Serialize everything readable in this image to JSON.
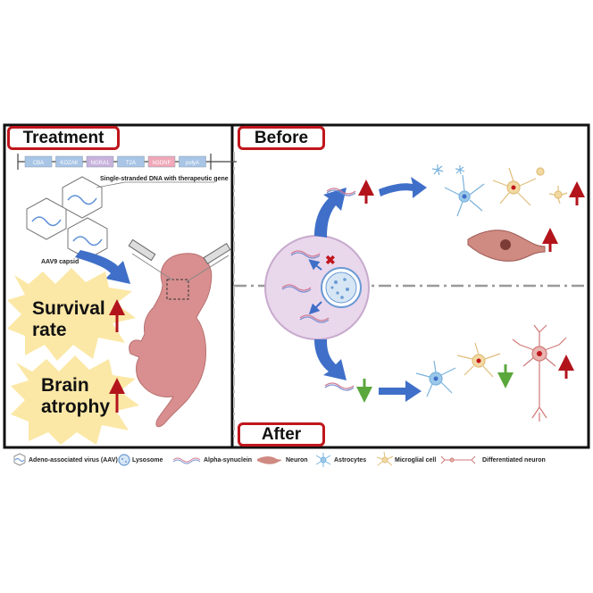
{
  "panels": {
    "treatment": "Treatment",
    "before": "Before",
    "after": "After"
  },
  "construct": {
    "segments": [
      {
        "label": "CBA",
        "color": "#a8c5e6"
      },
      {
        "label": "KOZAK",
        "color": "#a8c5e6"
      },
      {
        "label": "NGRA1",
        "color": "#c8b3dd"
      },
      {
        "label": "T2A",
        "color": "#a8c5e6"
      },
      {
        "label": "hGDNF",
        "color": "#f0a8b8"
      },
      {
        "label": "polyA",
        "color": "#a8c5e6"
      }
    ],
    "dna_label": "Single-stranded DNA with therapeutic gene",
    "capsid_label": "AAV9 capsid"
  },
  "outcomes": {
    "survival_line1": "Survival",
    "survival_line2": "rate",
    "atrophy_line1": "Brain",
    "atrophy_line2": "atrophy"
  },
  "legend": {
    "aav": "Adeno-associated virus (AAV)",
    "lysosome": "Lysosome",
    "alpha": "Alpha-synuclein",
    "neuron": "Neuron",
    "astro": "Astrocytes",
    "micro": "Microglial cell",
    "diff": "Differentiated neuron"
  },
  "colors": {
    "frame": "#111111",
    "label_border": "#c0161c",
    "arrow_blue": "#3f6fc8",
    "arrow_red": "#b3141c",
    "arrow_green": "#5aa83c",
    "star_fill": "#fbe8a6",
    "cell_fill": "#e9d7ec",
    "mouse": "#d98f8f"
  }
}
